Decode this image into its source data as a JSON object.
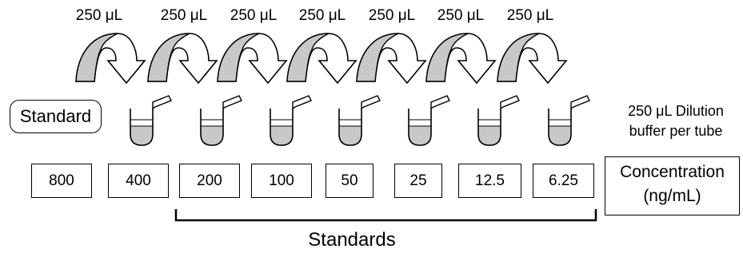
{
  "transfer_volumes": [
    "250 μL",
    "250 μL",
    "250 μL",
    "250 μL",
    "250 μL",
    "250 μL",
    "250 μL"
  ],
  "standard_label": "Standard",
  "dilution_note": {
    "line1": "250 μL Dilution",
    "line2": "buffer per tube"
  },
  "concentrations": [
    "800",
    "400",
    "200",
    "100",
    "50",
    "25",
    "12.5",
    "6.25"
  ],
  "concentration_header": {
    "line1": "Concentration",
    "line2": "(ng/mL)"
  },
  "standards_label": "Standards",
  "colors": {
    "arrow_fill": "#c8c8c8",
    "tube_liquid": "#c8c8c8",
    "outline": "#000000"
  }
}
